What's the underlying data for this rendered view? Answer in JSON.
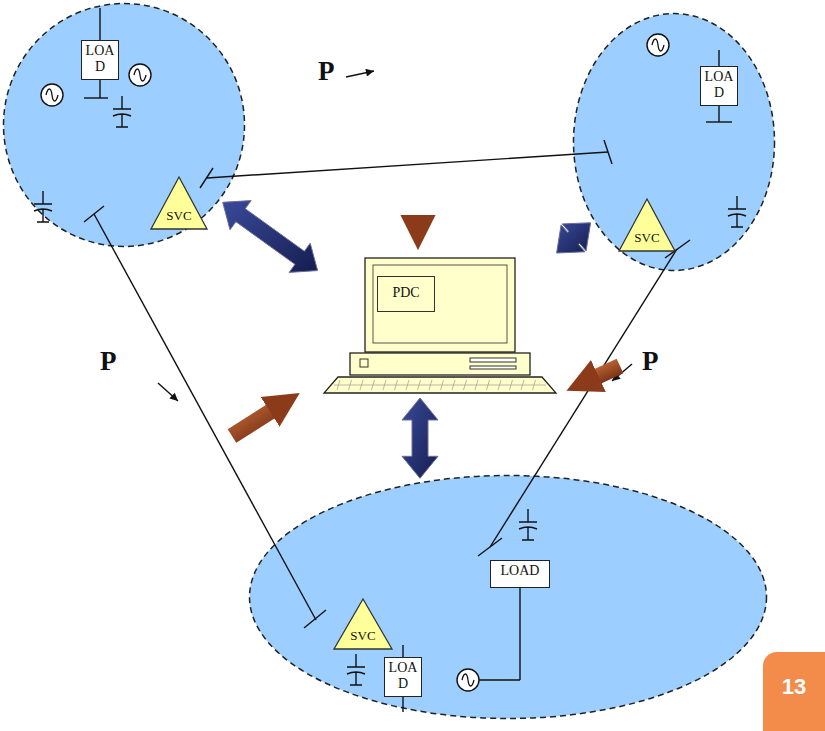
{
  "diagram": {
    "nodes": [
      {
        "text": []
      },
      {
        "text": [
          "LOA D"
        ],
        "in": 0
      },
      {
        "text": [
          "SVC"
        ],
        "in": 0
      },
      {
        "text": []
      },
      {
        "text": [
          "LOA D"
        ],
        "in": 3
      },
      {
        "text": [
          "SVC"
        ],
        "in": 3
      },
      {
        "text": []
      },
      {
        "text": [
          "SVC"
        ],
        "in": 6
      },
      {
        "text": [
          "LOAD"
        ],
        "in": 6
      },
      {
        "text": [
          "LOA D"
        ],
        "in": 6
      },
      {
        "text": [
          "PDC"
        ]
      }
    ],
    "edges": [
      {
        "from": 10,
        "to": 0,
        "arrow": "both"
      },
      {
        "from": 10,
        "to": 3,
        "arrow": "both"
      },
      {
        "from": 10,
        "to": 6,
        "arrow": "both"
      }
    ],
    "labels": [
      "P",
      "P",
      "P",
      "13"
    ]
  }
}
